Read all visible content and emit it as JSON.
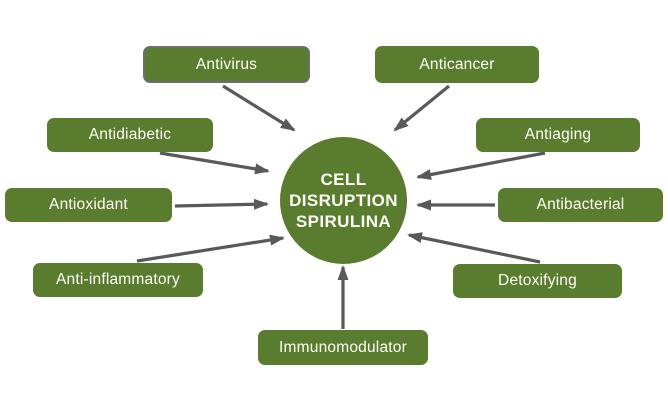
{
  "center_node": {
    "lines": [
      "CELL",
      "DISRUPTION",
      "SPIRULINA"
    ]
  },
  "nodes": [
    {
      "label": "Antivirus"
    },
    {
      "label": "Anticancer"
    },
    {
      "label": "Antidiabetic"
    },
    {
      "label": "Antiaging"
    },
    {
      "label": "Antioxidant"
    },
    {
      "label": "Antibacterial"
    },
    {
      "label": "Anti-inflammatory"
    },
    {
      "label": "Detoxifying"
    },
    {
      "label": "Immunomodulator"
    }
  ],
  "colors": {
    "node_green": "#5a7c2e",
    "arrow_gray": "#58595b",
    "label_text": "#fdfdf8",
    "antivirus_border": "#6d6e71",
    "background": "#ffffff"
  }
}
